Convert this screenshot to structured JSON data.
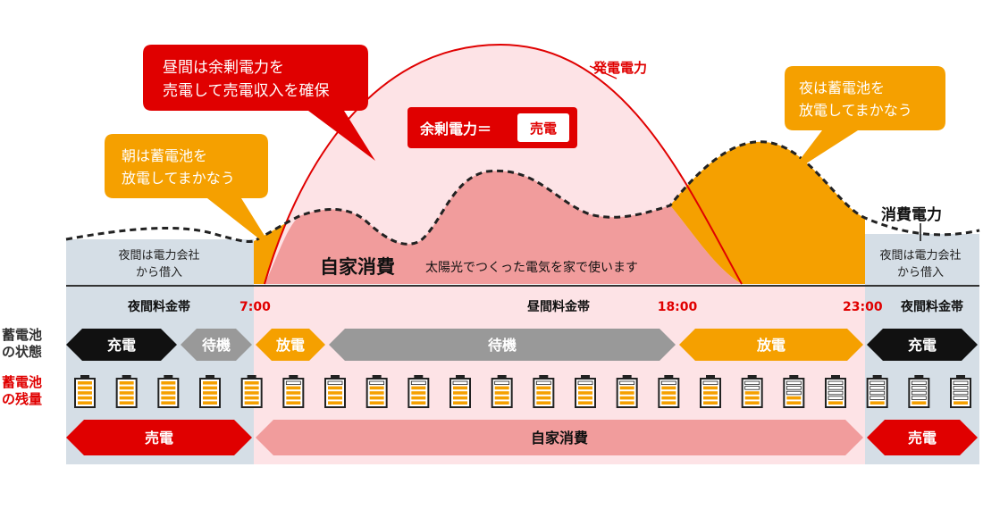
{
  "callouts": {
    "surplus": {
      "line1": "昼間は余剰電力を",
      "line2": "売電して売電収入を確保"
    },
    "morning": {
      "line1": "朝は蓄電池を",
      "line2": "放電してまかなう"
    },
    "evening": {
      "line1": "夜は蓄電池を",
      "line2": "放電してまかなう"
    }
  },
  "labels": {
    "generation": "発電電力",
    "consumption": "消費電力",
    "surplus_eq": "余剰電力＝",
    "sell_box": "売電",
    "self_use_title": "自家消費",
    "self_use_desc": "太陽光でつくった電気を家で使います",
    "night_left_1": "夜間は電力会社",
    "night_left_2": "から借入",
    "night_right_1": "夜間は電力会社",
    "night_right_2": "から借入"
  },
  "time_bar": {
    "left_band": "夜間料金帯",
    "t1": "7:00",
    "day_band": "昼間料金帯",
    "t2": "18:00",
    "t3": "23:00",
    "right_band": "夜間料金帯"
  },
  "rows": {
    "status_label_1": "蓄電池",
    "status_label_2": "の状態",
    "remain_label_1": "蓄電池",
    "remain_label_2": "の残量"
  },
  "status_bar": [
    {
      "label": "充電",
      "color": "#111111"
    },
    {
      "label": "待機",
      "color": "#999999"
    },
    {
      "label": "放電",
      "color": "#F5A000"
    },
    {
      "label": "待機",
      "color": "#999999"
    },
    {
      "label": "放電",
      "color": "#F5A000"
    },
    {
      "label": "充電",
      "color": "#111111"
    }
  ],
  "battery_levels": [
    5,
    5,
    5,
    5,
    5,
    4,
    4,
    4,
    4,
    4,
    4,
    4,
    4,
    4,
    4,
    4,
    3,
    2,
    1,
    1,
    1,
    1
  ],
  "bottom_bar": [
    {
      "label": "売電",
      "color": "#E00000"
    },
    {
      "label": "自家消費",
      "color": "#F19C9C"
    },
    {
      "label": "売電",
      "color": "#E00000"
    }
  ],
  "colors": {
    "red": "#E00000",
    "orange": "#F5A000",
    "pink_fill": "#FDE3E6",
    "self_use": "#F19C9C",
    "night_bg": "#D5DEE6"
  }
}
